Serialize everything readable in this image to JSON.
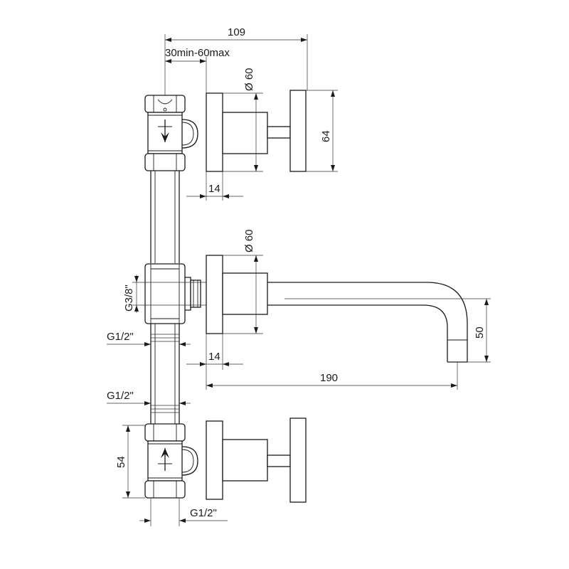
{
  "drawing": {
    "dimensions": {
      "total_depth": "109",
      "wall_range": "30min-60max",
      "rosette_diameter_top": "Ø 60",
      "handle_height": "64",
      "rosette_thickness_top": "14",
      "rosette_diameter_mid": "Ø 60",
      "outlet_thread": "G3/8\"",
      "spout_height": "50",
      "inlet_thread_upper": "G1/2\"",
      "rosette_thickness_mid": "14",
      "spout_projection": "190",
      "inlet_thread_lower": "G1/2\"",
      "valve_height": "54",
      "inlet_thread_bottom": "G1/2\""
    }
  }
}
